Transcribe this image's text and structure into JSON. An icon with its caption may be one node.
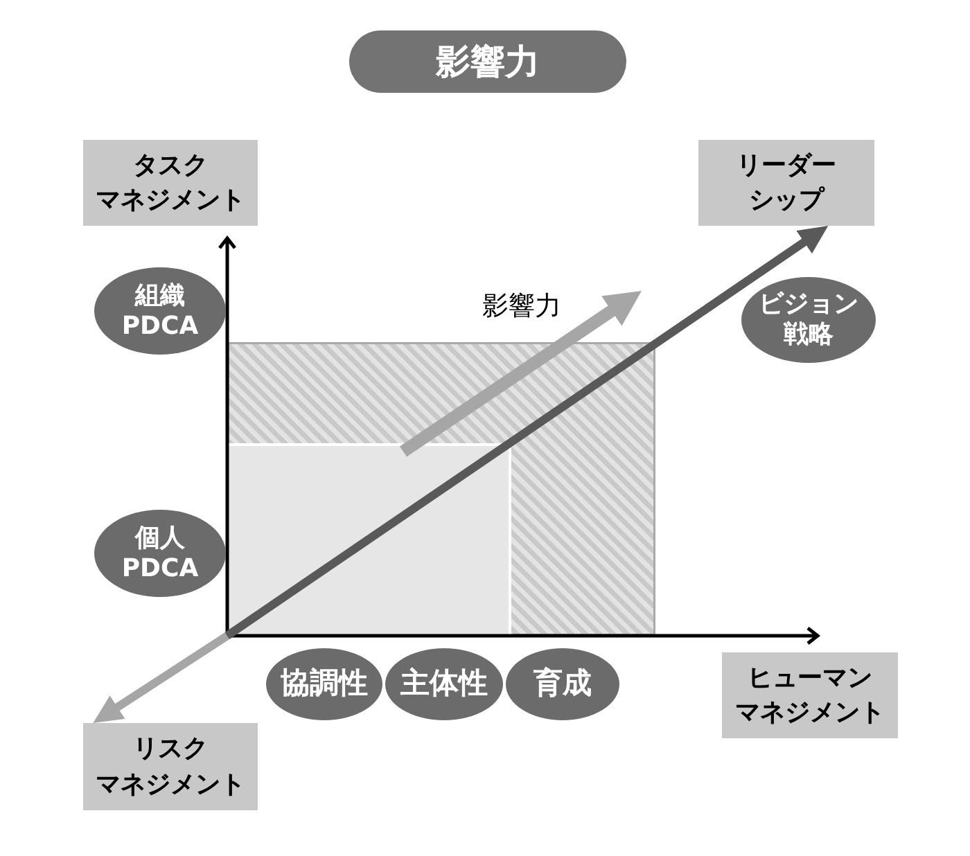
{
  "diagram": {
    "nodes": [
      {
        "text": [
          "影響力"
        ]
      },
      {
        "text": [
          "タスクマネジメント"
        ]
      },
      {
        "text": [
          "リーダーシップ"
        ]
      },
      {
        "text": [
          "組織PDCA"
        ]
      },
      {
        "text": [
          "ビジョン戦略"
        ]
      },
      {
        "text": [],
        "shape": "box"
      },
      {
        "text": [],
        "shape": "box",
        "in": 5
      },
      {
        "text": [
          "個人PDCA"
        ]
      },
      {
        "text": [
          "協調性"
        ]
      },
      {
        "text": [
          "主体性"
        ]
      },
      {
        "text": [
          "育成"
        ]
      },
      {
        "text": [
          "ヒューマンマネジメント"
        ]
      },
      {
        "text": [
          "リスクマネジメント"
        ]
      }
    ],
    "edges": [
      {
        "from": 6,
        "to": 2,
        "arrow": "to"
      },
      {
        "from": 6,
        "to": 12,
        "arrow": "to",
        "color": "#a6a6a6"
      }
    ],
    "labels": [
      "影響力"
    ]
  }
}
